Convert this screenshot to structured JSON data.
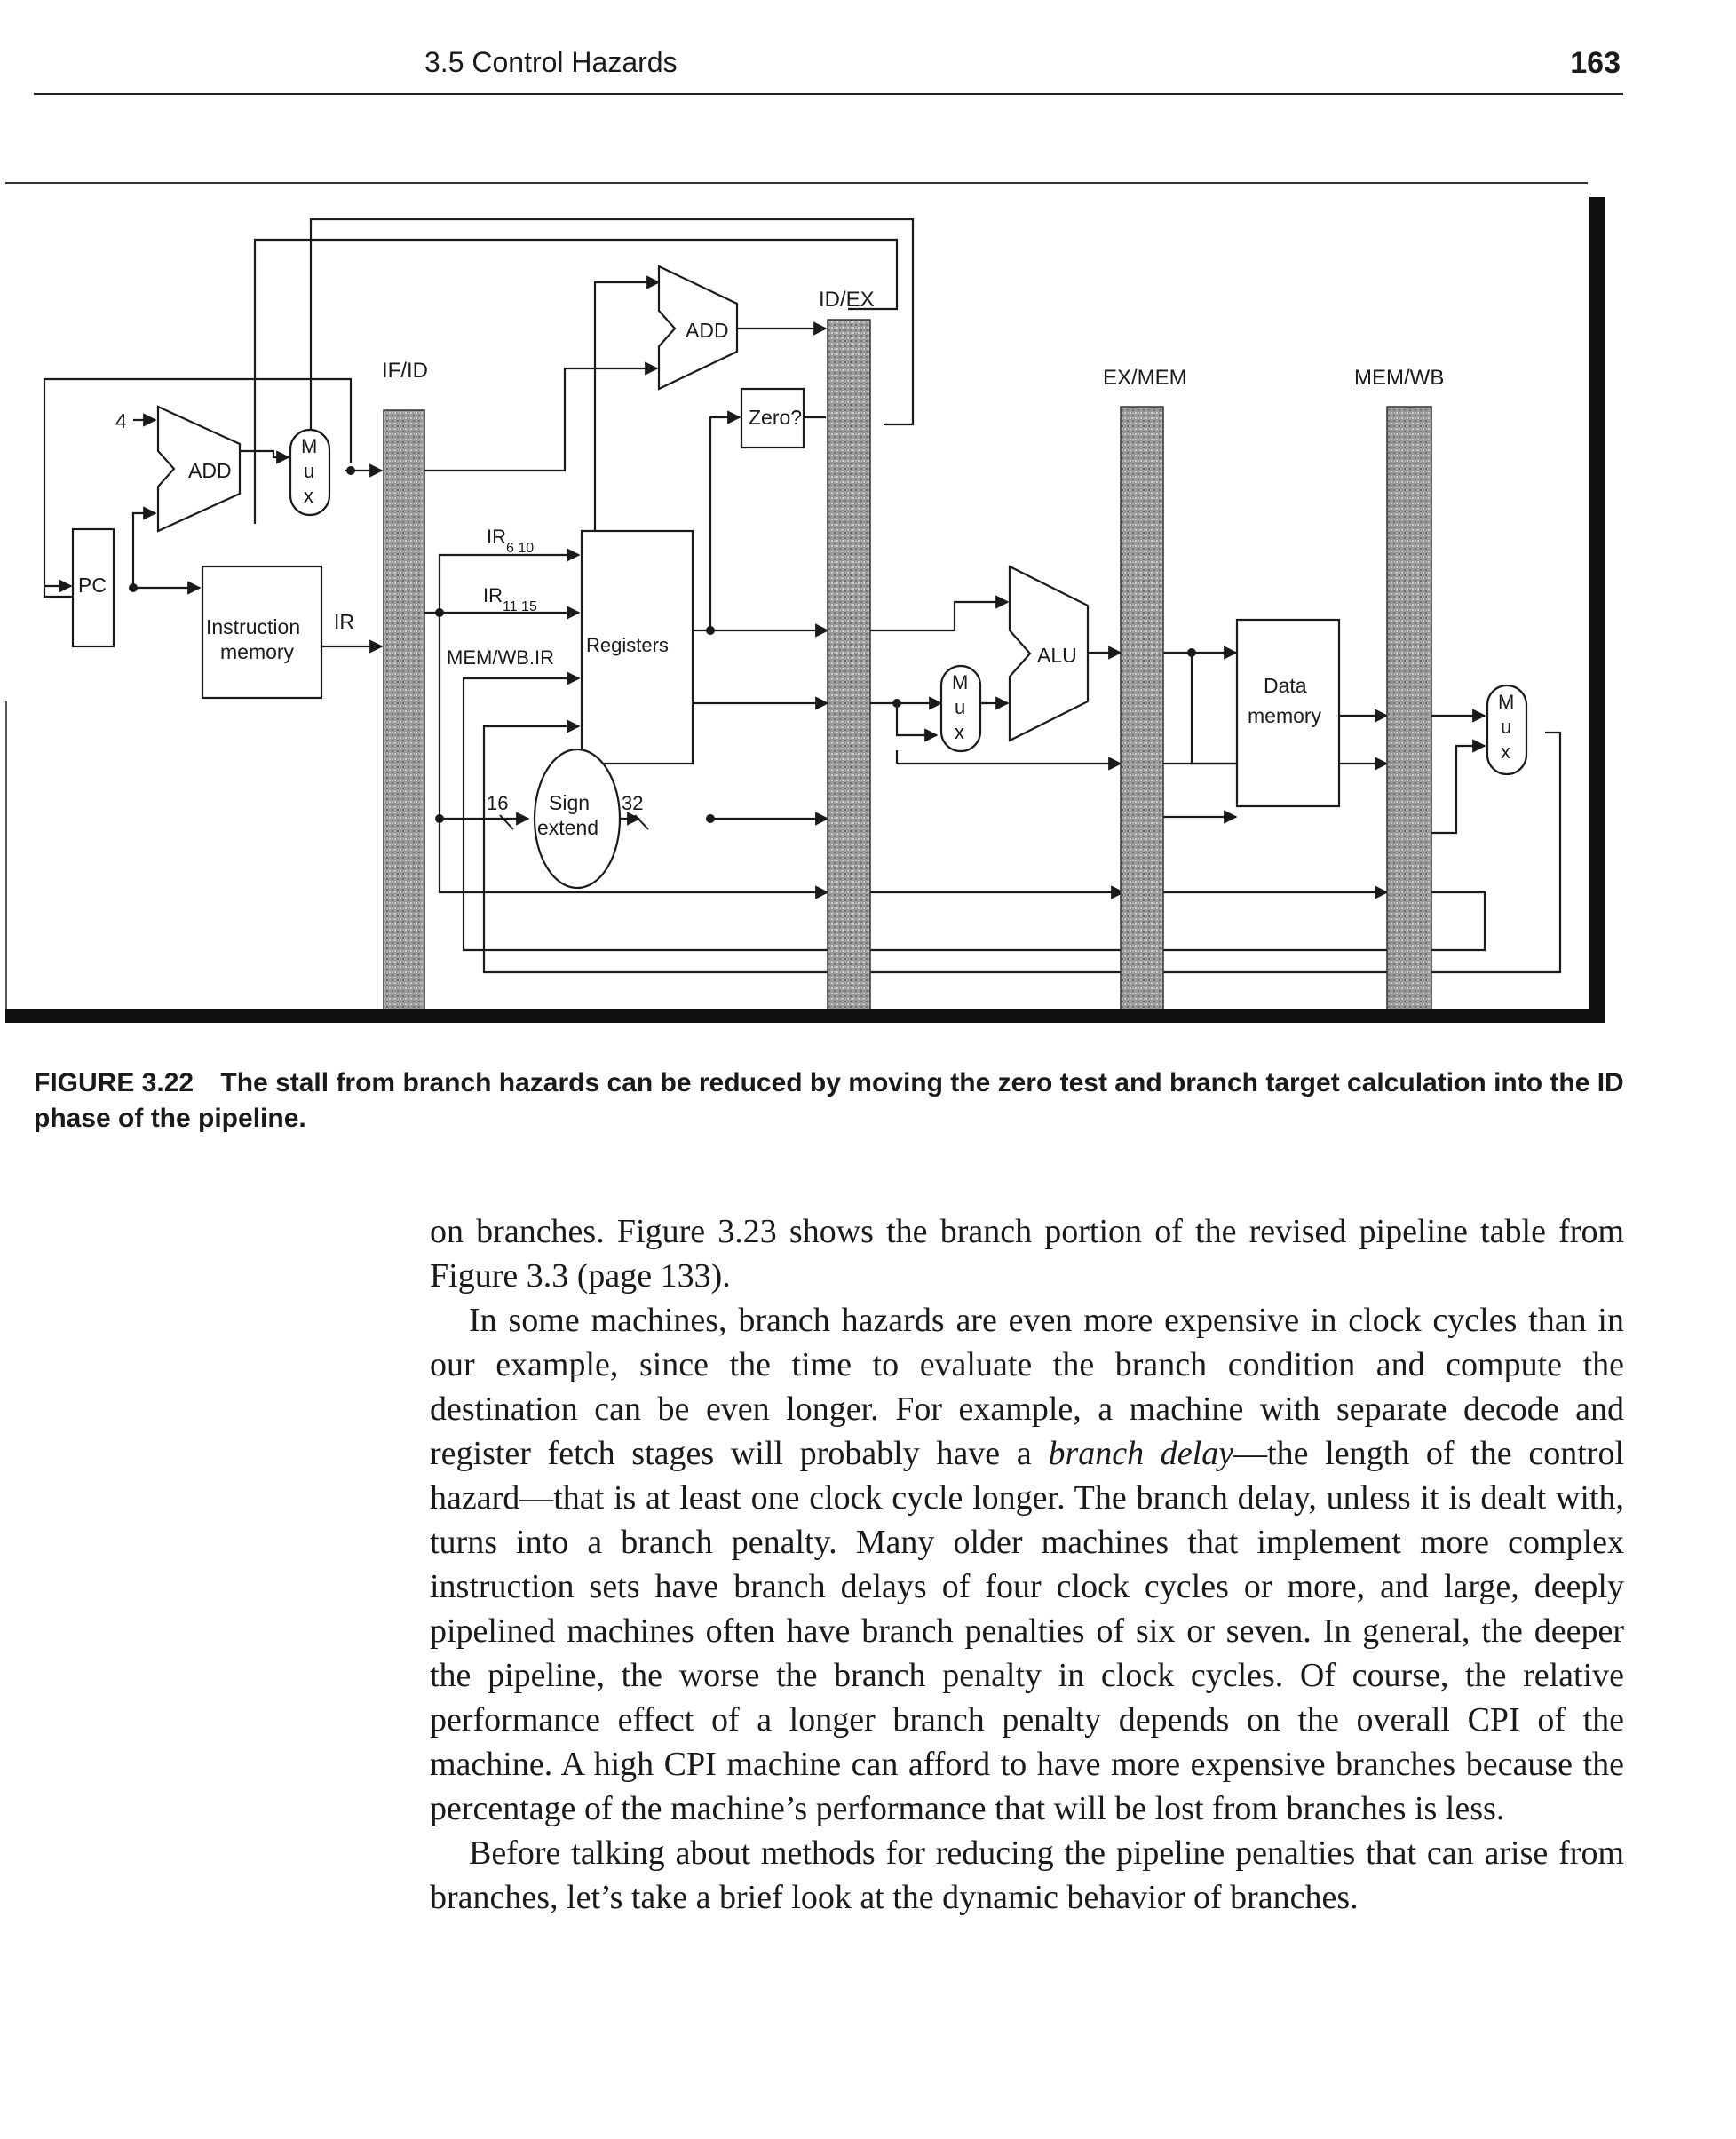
{
  "header": {
    "section": "3.5  Control Hazards",
    "page_number": "163"
  },
  "figure": {
    "pipeline_registers": [
      "IF/ID",
      "ID/EX",
      "EX/MEM",
      "MEM/WB"
    ],
    "units": {
      "pc": "PC",
      "const_four": "4",
      "add_pc": "ADD",
      "add_branch": "ADD",
      "zero_test": "Zero?",
      "instruction_memory": [
        "Instruction",
        "memory"
      ],
      "ir": "IR",
      "registers": "Registers",
      "ir_6_10": {
        "base": "IR",
        "sub": "6  10"
      },
      "ir_11_15": {
        "base": "IR",
        "sub": "11  15"
      },
      "mem_wb_ir": "MEM/WB.IR",
      "sign_extend": [
        "Sign",
        "extend"
      ],
      "width_16": "16",
      "width_32": "32",
      "alu": "ALU",
      "data_memory": [
        "Data",
        "memory"
      ],
      "mux_letters": [
        "M",
        "u",
        "x"
      ]
    }
  },
  "caption": {
    "label": "FIGURE 3.22",
    "text": "The stall from branch hazards can be reduced by moving the zero test and branch target calculation into the ID phase of the pipeline."
  },
  "body": {
    "p1": "on branches. Figure 3.23 shows the branch portion of the revised pipeline table from Figure 3.3 (page 133).",
    "p2_before": "In some machines, branch hazards are even more expensive in clock cycles than in our example, since the time to evaluate the branch condition and compute the destination can be even longer. For example, a machine with separate decode and register fetch stages will probably have a ",
    "p2_term": "branch delay",
    "p2_after": "—the length of the control hazard—that is at least one clock cycle longer. The branch delay, unless it is dealt with, turns into a branch penalty. Many older machines that implement more complex instruction sets have branch delays of four clock cycles or more, and large, deeply pipelined machines often have branch penalties of six or seven. In general, the deeper the pipeline, the worse the branch penalty in clock cycles. Of course, the relative performance effect of a longer branch penalty depends on the overall CPI of the machine. A high CPI machine can afford to have more expensive branches because the percentage of the machine’s performance that will be lost from branches is less.",
    "p3": "Before talking about methods for reducing the pipeline penalties that can arise from branches, let’s take a brief look at the dynamic behavior of branches."
  }
}
